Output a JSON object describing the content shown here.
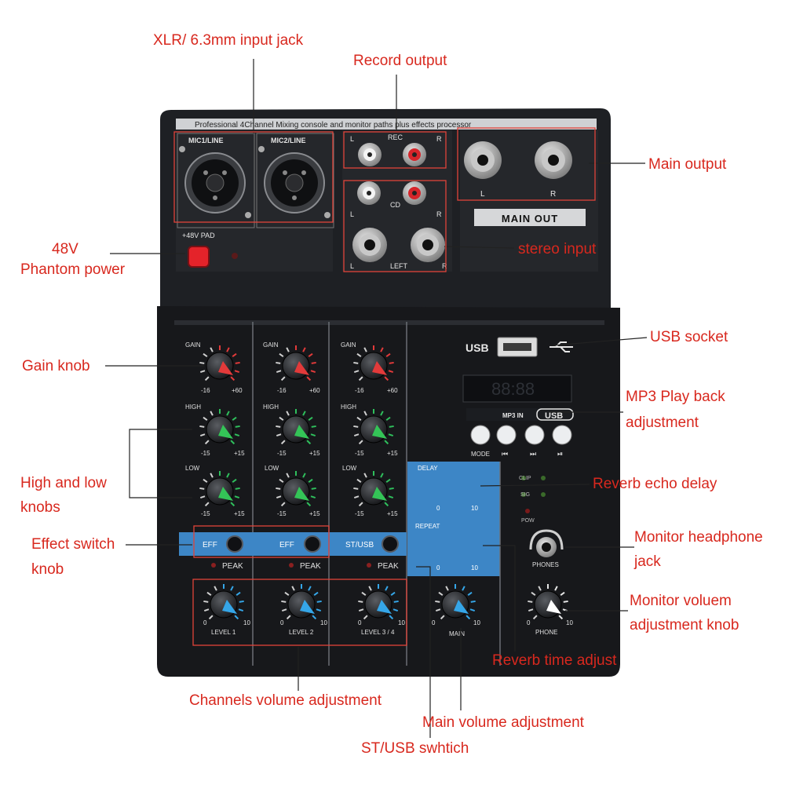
{
  "labels": {
    "xlr_jack": "XLR/ 6.3mm input jack",
    "record_output": "Record output",
    "main_output": "Main output",
    "phantom_line1": "48V",
    "phantom_line2": "Phantom power",
    "stereo_input": "stereo input",
    "usb_socket": "USB socket",
    "gain_knob": "Gain knob",
    "mp3_line1": "MP3 Play back",
    "mp3_line2": "adjustment",
    "high_low_line1": "High and low",
    "high_low_line2": "knobs",
    "reverb_echo_delay": "Reverb echo delay",
    "effect_line1": "Effect switch",
    "effect_line2": "knob",
    "headphone_line1": "Monitor headphone",
    "headphone_line2": "jack",
    "monitor_vol_line1": "Monitor voluem",
    "monitor_vol_line2": "adjustment knob",
    "reverb_time": "Reverb time adjust",
    "channels_volume": "Channels volume adjustment",
    "main_volume": "Main volume adjustment",
    "st_usb_switch": "ST/USB swhtich"
  },
  "panel": {
    "banner": "Professional 4Channel Mixing console and monitor paths plus effects processor",
    "mic1": "MIC1/LINE",
    "mic2": "MIC2/LINE",
    "pad": "+48V PAD",
    "rec": "REC",
    "cd": "CD",
    "left": "LEFT",
    "l": "L",
    "r": "R",
    "main_out": "MAIN OUT",
    "usb": "USB",
    "display": "88:88",
    "mp3in": "MP3 IN",
    "usb_badge": "USB",
    "mode": "MODE",
    "prev": "⏮",
    "next": "⏭",
    "play": "⏯",
    "gain": "GAIN",
    "high": "HIGH",
    "low": "LOW",
    "g_min": "-16",
    "g_max": "+60",
    "e_min": "-15",
    "e_max": "+15",
    "eff1": "EFF",
    "eff2": "EFF",
    "stusb": "ST/USB",
    "peak": "PEAK",
    "level1": "LEVEL 1",
    "level2": "LEVEL 2",
    "level34": "LEVEL 3 / 4",
    "v_min": "0",
    "v_max": "10",
    "delay": "DELAY",
    "repeat": "REPEAT",
    "main": "MAIN",
    "clip": "CLIP",
    "sig": "SIG",
    "pow": "POW",
    "phones": "PHONES",
    "phone": "PHONE"
  },
  "colors": {
    "callout_text": "#d8281e",
    "panel_body": "#1b1d21",
    "panel_label": "#d8dadd",
    "blue_strip": "#3d86c6",
    "gain_ring": "#e23a3a",
    "eq_ring": "#2fbf5c",
    "vol_ring": "#35a6e8"
  }
}
